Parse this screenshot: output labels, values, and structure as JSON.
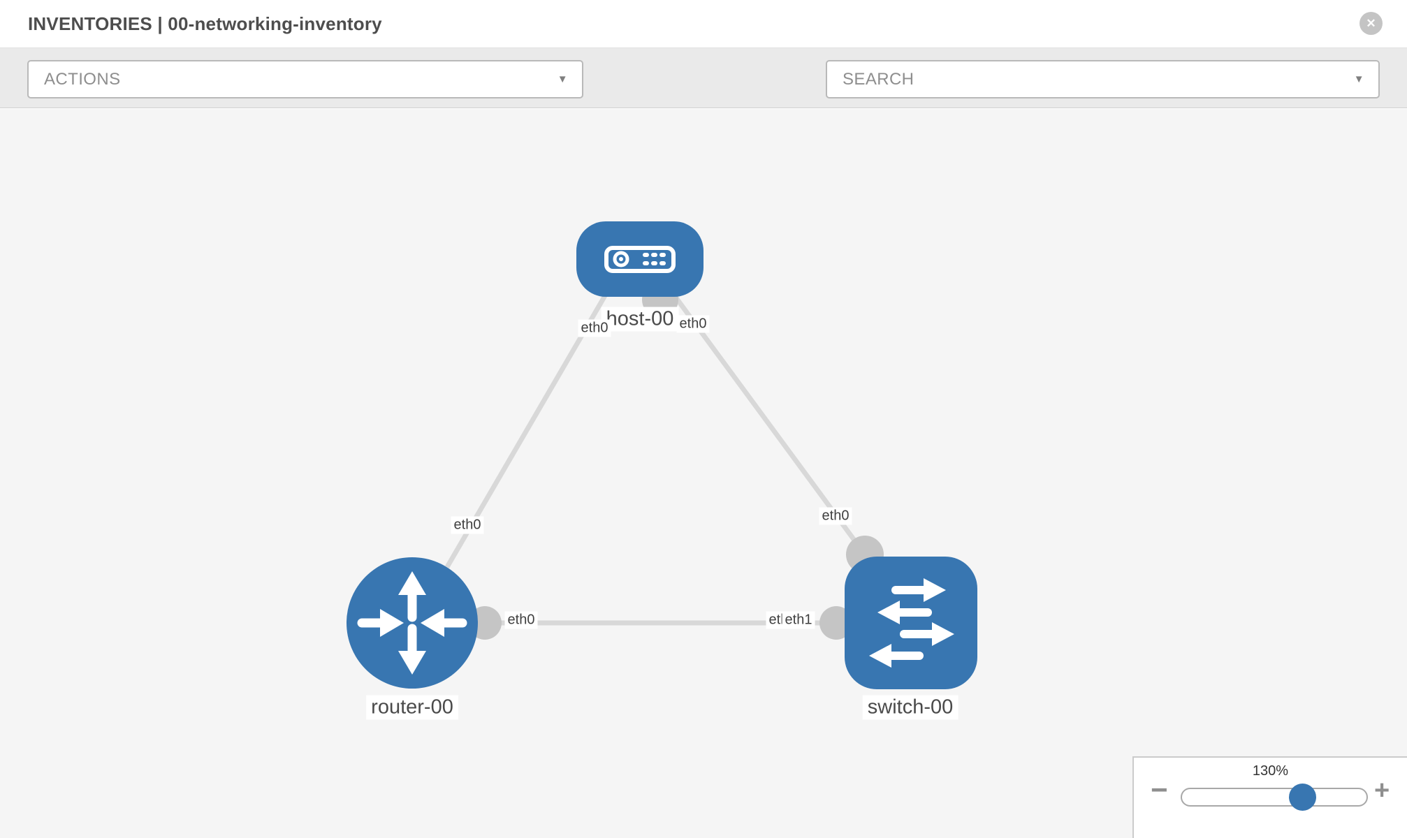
{
  "colors": {
    "node_blue": "#3876b1",
    "link_gray": "#d8d8d8",
    "connector_gray": "#c5c5c5",
    "canvas_bg": "#f5f5f5",
    "toolbar_bg": "#eaeaea"
  },
  "header": {
    "title": "INVENTORIES | 00-networking-inventory",
    "close_glyph": "✕"
  },
  "toolbar": {
    "actions": {
      "label": "ACTIONS",
      "caret": "▼"
    },
    "search": {
      "label": "SEARCH",
      "caret": "▼"
    },
    "wrench_icon": "wrench-icon",
    "key_icon": "key-icon"
  },
  "topology": {
    "nodes": [
      {
        "id": "host-00",
        "type": "host",
        "label": "host-00"
      },
      {
        "id": "router-00",
        "type": "router",
        "label": "router-00"
      },
      {
        "id": "switch-00",
        "type": "switch",
        "label": "switch-00"
      }
    ],
    "links": [
      {
        "from": "host-00",
        "from_if": "eth0",
        "to": "router-00",
        "to_if": "eth0"
      },
      {
        "from": "host-00",
        "from_if": "eth0",
        "to": "switch-00",
        "to_if": "eth0"
      },
      {
        "from": "router-00",
        "from_if": "eth0",
        "to": "switch-00",
        "to_if": "eth1"
      }
    ],
    "if_labels": {
      "host_left": "eth0",
      "host_right": "eth0",
      "router_top": "eth0",
      "switch_top": "eth0",
      "router_mid": "eth0",
      "switch_mid_back": "eth0",
      "switch_mid_front": "eth1"
    }
  },
  "zoom": {
    "level": "130%",
    "minus": "−",
    "plus": "+"
  }
}
